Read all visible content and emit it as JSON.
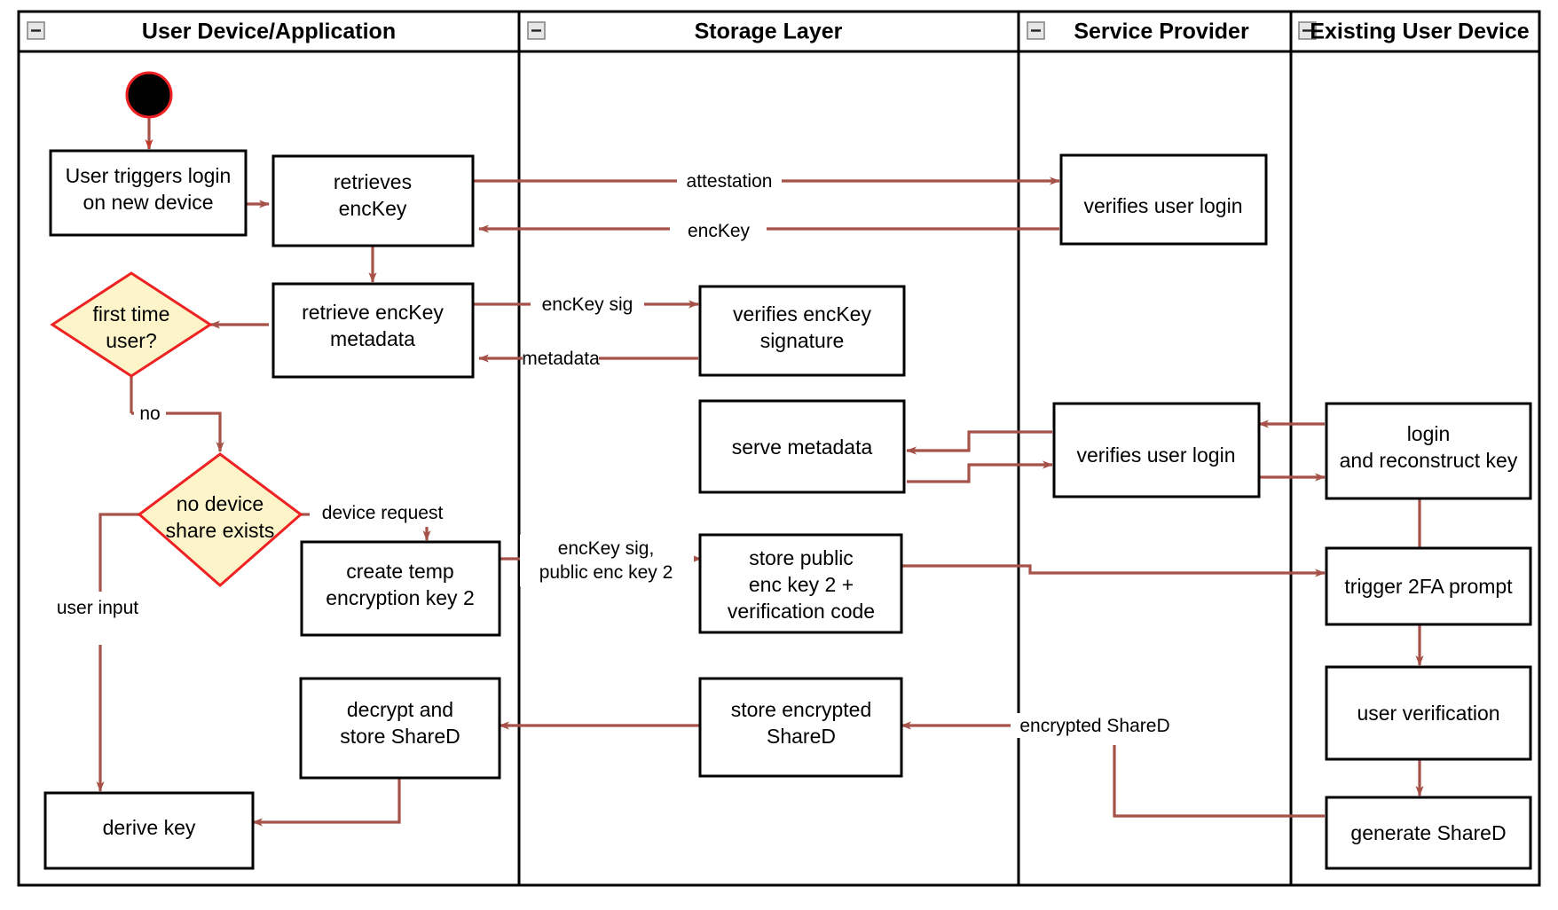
{
  "diagram": {
    "title": "Key recovery / device onboarding activity diagram",
    "colors": {
      "flow_arrow": "#a65248",
      "decision_fill": "#fdf5c9",
      "decision_stroke": "#ee2222",
      "node_stroke": "#000000",
      "node_fill": "#ffffff",
      "start_fill": "#000000",
      "start_stroke": "#ee2222",
      "lane_border": "#000000"
    }
  },
  "lanes": [
    {
      "id": "lane-user-device",
      "label": "User Device/Application",
      "collapse_icon": "collapse-minus-icon"
    },
    {
      "id": "lane-storage",
      "label": "Storage Layer",
      "collapse_icon": "collapse-minus-icon"
    },
    {
      "id": "lane-service",
      "label": "Service Provider",
      "collapse_icon": "collapse-minus-icon"
    },
    {
      "id": "lane-existing-device",
      "label": "Existing User Device",
      "collapse_icon": "collapse-minus-icon"
    }
  ],
  "nodes": {
    "start": {
      "type": "start",
      "label": ""
    },
    "user_triggers": {
      "type": "activity",
      "lines": [
        "User triggers login",
        "on new device"
      ]
    },
    "retrieves_enckey": {
      "type": "activity",
      "lines": [
        "retrieves",
        "encKey"
      ]
    },
    "retrieve_meta": {
      "type": "activity",
      "lines": [
        "retrieve encKey",
        "metadata"
      ]
    },
    "first_time_user": {
      "type": "decision",
      "lines": [
        "first time",
        "user?"
      ]
    },
    "no_device_share": {
      "type": "decision",
      "lines": [
        "no device",
        "share exists"
      ]
    },
    "create_temp_key": {
      "type": "activity",
      "lines": [
        "create temp",
        "encryption key 2"
      ]
    },
    "decrypt_store": {
      "type": "activity",
      "lines": [
        "decrypt and",
        "store ShareD"
      ]
    },
    "derive_key": {
      "type": "activity",
      "lines": [
        "derive key"
      ]
    },
    "verifies_sig": {
      "type": "activity",
      "lines": [
        "verifies encKey",
        "signature"
      ]
    },
    "serve_metadata": {
      "type": "activity",
      "lines": [
        "serve metadata"
      ]
    },
    "store_public": {
      "type": "activity",
      "lines": [
        "store public",
        "enc key 2 +",
        "verification code"
      ]
    },
    "store_encrypted": {
      "type": "activity",
      "lines": [
        "store encrypted",
        "ShareD"
      ]
    },
    "verifies_login_1": {
      "type": "activity",
      "lines": [
        "verifies user login"
      ]
    },
    "verifies_login_2": {
      "type": "activity",
      "lines": [
        "verifies user login"
      ]
    },
    "login_recon": {
      "type": "activity",
      "lines": [
        "login",
        "and reconstruct key"
      ]
    },
    "trigger_2fa": {
      "type": "activity",
      "lines": [
        "trigger 2FA prompt"
      ]
    },
    "user_verification": {
      "type": "activity",
      "lines": [
        "user verification"
      ]
    },
    "generate_shared": {
      "type": "activity",
      "lines": [
        "generate ShareD"
      ]
    }
  },
  "edge_labels": {
    "attestation": "attestation",
    "enckey": "encKey",
    "enckey_sig": "encKey sig",
    "metadata": "metadata",
    "no": "no",
    "device_request": "device request",
    "user_input": "user input",
    "enckey_sig_pubkey_l1": "encKey sig,",
    "enckey_sig_pubkey_l2": "public enc key 2",
    "encrypted_shared": "encrypted ShareD"
  }
}
